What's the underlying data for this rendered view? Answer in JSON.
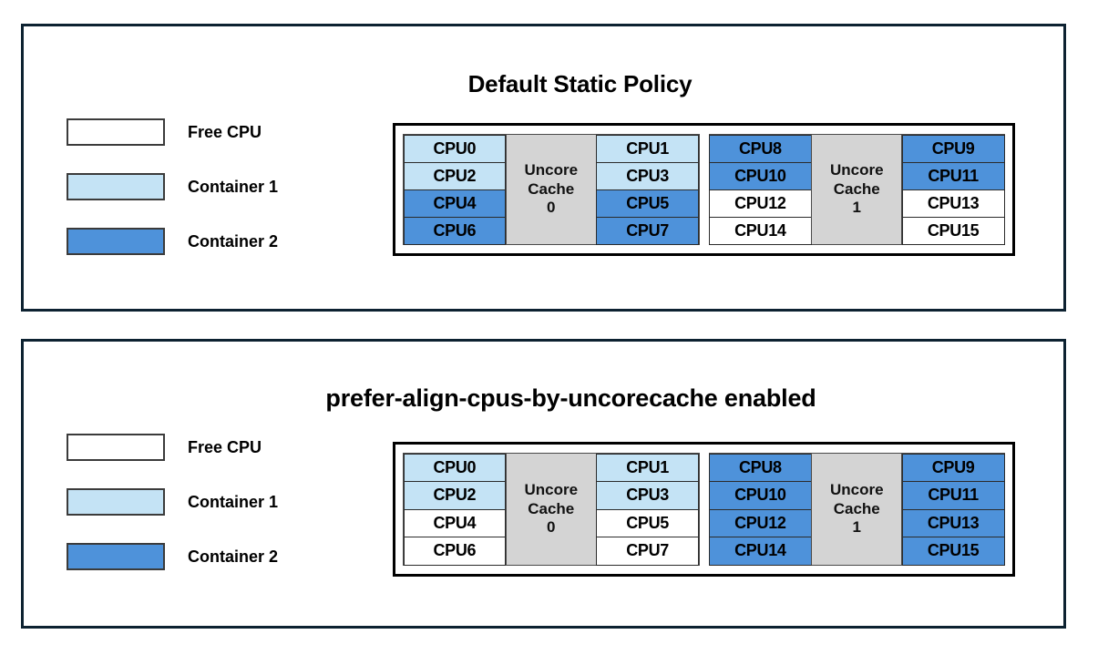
{
  "colors": {
    "free_cpu": "#ffffff",
    "container_1": "#c4e3f5",
    "container_2": "#4e92da",
    "uncore_cache": "#d4d4d4",
    "panel_border": "#0d2231"
  },
  "panels": [
    {
      "title": "Default Static Policy",
      "legend": [
        {
          "label": "Free CPU",
          "fill": "free"
        },
        {
          "label": "Container 1",
          "fill": "container1"
        },
        {
          "label": "Container 2",
          "fill": "container2"
        }
      ],
      "cache_groups": [
        {
          "cache_label": "Uncore\nCache\n0",
          "left_cpus": [
            {
              "label": "CPU0",
              "fill": "container1"
            },
            {
              "label": "CPU2",
              "fill": "container1"
            },
            {
              "label": "CPU4",
              "fill": "container2"
            },
            {
              "label": "CPU6",
              "fill": "container2"
            }
          ],
          "right_cpus": [
            {
              "label": "CPU1",
              "fill": "container1"
            },
            {
              "label": "CPU3",
              "fill": "container1"
            },
            {
              "label": "CPU5",
              "fill": "container2"
            },
            {
              "label": "CPU7",
              "fill": "container2"
            }
          ]
        },
        {
          "cache_label": "Uncore\nCache\n1",
          "left_cpus": [
            {
              "label": "CPU8",
              "fill": "container2"
            },
            {
              "label": "CPU10",
              "fill": "container2"
            },
            {
              "label": "CPU12",
              "fill": "free"
            },
            {
              "label": "CPU14",
              "fill": "free"
            }
          ],
          "right_cpus": [
            {
              "label": "CPU9",
              "fill": "container2"
            },
            {
              "label": "CPU11",
              "fill": "container2"
            },
            {
              "label": "CPU13",
              "fill": "free"
            },
            {
              "label": "CPU15",
              "fill": "free"
            }
          ]
        }
      ]
    },
    {
      "title": "prefer-align-cpus-by-uncorecache enabled",
      "legend": [
        {
          "label": "Free CPU",
          "fill": "free"
        },
        {
          "label": "Container 1",
          "fill": "container1"
        },
        {
          "label": "Container 2",
          "fill": "container2"
        }
      ],
      "cache_groups": [
        {
          "cache_label": "Uncore\nCache\n0",
          "left_cpus": [
            {
              "label": "CPU0",
              "fill": "container1"
            },
            {
              "label": "CPU2",
              "fill": "container1"
            },
            {
              "label": "CPU4",
              "fill": "free"
            },
            {
              "label": "CPU6",
              "fill": "free"
            }
          ],
          "right_cpus": [
            {
              "label": "CPU1",
              "fill": "container1"
            },
            {
              "label": "CPU3",
              "fill": "container1"
            },
            {
              "label": "CPU5",
              "fill": "free"
            },
            {
              "label": "CPU7",
              "fill": "free"
            }
          ]
        },
        {
          "cache_label": "Uncore\nCache\n1",
          "left_cpus": [
            {
              "label": "CPU8",
              "fill": "container2"
            },
            {
              "label": "CPU10",
              "fill": "container2"
            },
            {
              "label": "CPU12",
              "fill": "container2"
            },
            {
              "label": "CPU14",
              "fill": "container2"
            }
          ],
          "right_cpus": [
            {
              "label": "CPU9",
              "fill": "container2"
            },
            {
              "label": "CPU11",
              "fill": "container2"
            },
            {
              "label": "CPU13",
              "fill": "container2"
            },
            {
              "label": "CPU15",
              "fill": "container2"
            }
          ]
        }
      ]
    }
  ]
}
